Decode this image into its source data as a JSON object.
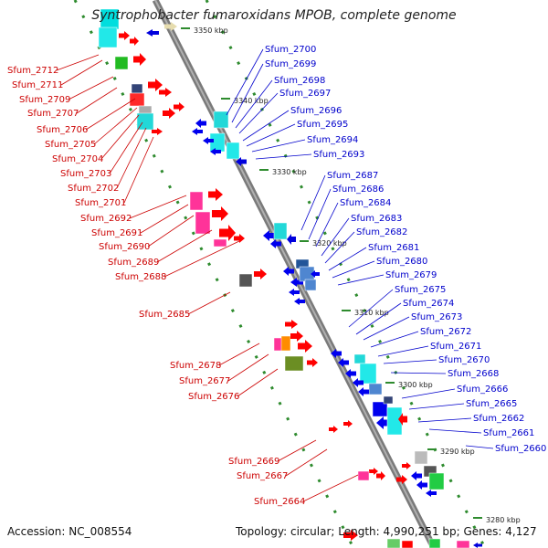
{
  "title": "Syntrophobacter fumaroxidans MPOB, complete genome",
  "footer": {
    "accession": "Accession: NC_008554",
    "topology": "Topology: circular; Length: 4,990,251 bp; Genes: 4,127"
  },
  "colors": {
    "forward_label": "#cc0000",
    "reverse_label": "#0000cc",
    "backbone": "#888888",
    "tick": "#2e8b2e"
  },
  "scale_labels": [
    "3350 kbp",
    "3340 kbp",
    "3330 kbp",
    "3320 kbp",
    "3310 kbp",
    "3300 kbp",
    "3290 kbp",
    "3280 kbp"
  ],
  "left_labels": [
    "Sfum_2712",
    "Sfum_2711",
    "Sfum_2709",
    "Sfum_2707",
    "Sfum_2706",
    "Sfum_2705",
    "Sfum_2704",
    "Sfum_2703",
    "Sfum_2702",
    "Sfum_2701",
    "Sfum_2692",
    "Sfum_2691",
    "Sfum_2690",
    "Sfum_2689",
    "Sfum_2688",
    "Sfum_2685",
    "Sfum_2678",
    "Sfum_2677",
    "Sfum_2676",
    "Sfum_2669",
    "Sfum_2667",
    "Sfum_2664"
  ],
  "right_labels": [
    "Sfum_2700",
    "Sfum_2699",
    "Sfum_2698",
    "Sfum_2697",
    "Sfum_2696",
    "Sfum_2695",
    "Sfum_2694",
    "Sfum_2693",
    "Sfum_2687",
    "Sfum_2686",
    "Sfum_2684",
    "Sfum_2683",
    "Sfum_2682",
    "Sfum_2681",
    "Sfum_2680",
    "Sfum_2679",
    "Sfum_2675",
    "Sfum_2674",
    "Sfum_2673",
    "Sfum_2672",
    "Sfum_2671",
    "Sfum_2670",
    "Sfum_2668",
    "Sfum_2666",
    "Sfum_2665",
    "Sfum_2662",
    "Sfum_2661",
    "Sfum_2660"
  ]
}
